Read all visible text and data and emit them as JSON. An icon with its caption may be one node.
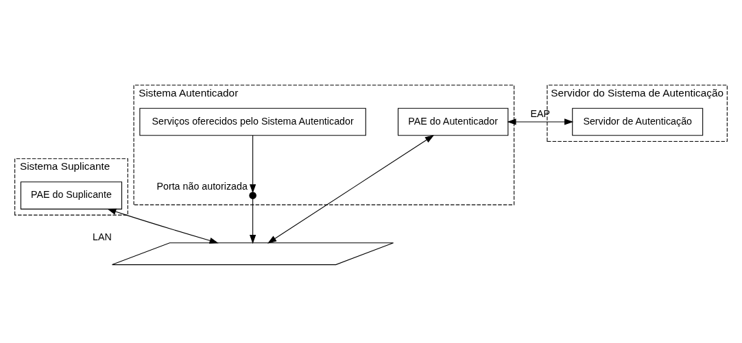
{
  "diagram": {
    "nodes": [
      {
        "text": [
          "Sistema Suplicante"
        ]
      },
      {
        "text": [
          "PAE do Suplicante"
        ],
        "in": 0
      },
      {
        "text": [
          "Sistema Autenticador"
        ]
      },
      {
        "text": [
          "Serviços oferecidos pelo Sistema Autenticador"
        ],
        "in": 2
      },
      {
        "text": [
          "PAE do Autenticador"
        ],
        "in": 2
      },
      {
        "text": [],
        "shape": "switch",
        "beside": [
          "Porta não autorizada"
        ],
        "in": 2
      },
      {
        "text": [
          "Servidor do Sistema de Autenticação"
        ]
      },
      {
        "text": [
          "Servidor de Autenticação"
        ],
        "in": 6
      },
      {
        "text": [],
        "shape": "parallelogram",
        "beside": [
          "LAN"
        ]
      }
    ],
    "edges": [
      {
        "from": 1,
        "to": 8,
        "arrow": "both"
      },
      {
        "from": 3,
        "to": 5,
        "arrow": "to"
      },
      {
        "from": 5,
        "to": 8,
        "arrow": "to"
      },
      {
        "from": 4,
        "to": 8,
        "arrow": "both"
      },
      {
        "from": 4,
        "to": 7,
        "arrow": "both",
        "label": "EAP"
      }
    ]
  }
}
